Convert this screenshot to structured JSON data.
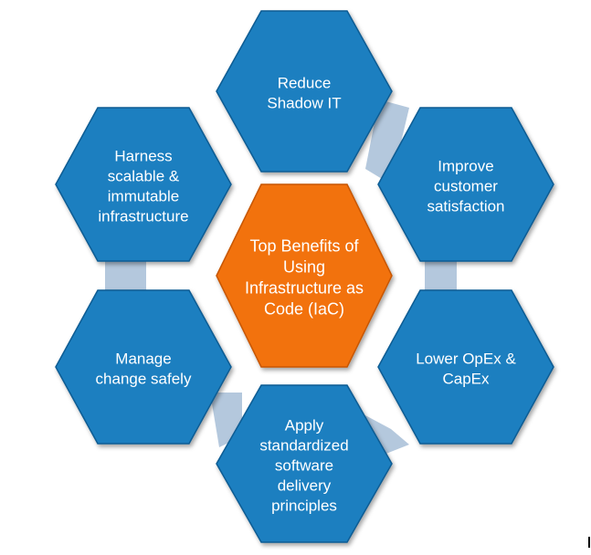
{
  "colors": {
    "outer_fill": "#1b7fc0",
    "outer_edge": "#0c5b93",
    "center_fill": "#f2720f",
    "center_edge": "#c75605",
    "connector": "#b4c8dd",
    "text": "#ffffff"
  },
  "center": {
    "lines": [
      "Top Benefits of",
      "Using",
      "Infrastructure as",
      "Code (IaC)"
    ]
  },
  "benefits": [
    {
      "id": "reduce-shadow-it",
      "lines": [
        "Reduce",
        "Shadow IT"
      ]
    },
    {
      "id": "improve-customer-satisfaction",
      "lines": [
        "Improve",
        "customer",
        "satisfaction"
      ]
    },
    {
      "id": "lower-opex-capex",
      "lines": [
        "Lower OpEx &",
        "CapEx"
      ]
    },
    {
      "id": "apply-standardized-principles",
      "lines": [
        "Apply",
        "standardized",
        "software",
        "delivery",
        "principles"
      ]
    },
    {
      "id": "manage-change-safely",
      "lines": [
        "Manage",
        "change safely"
      ]
    },
    {
      "id": "harness-scalable-infrastructure",
      "lines": [
        "Harness",
        "scalable &",
        "immutable",
        "infrastructure"
      ]
    }
  ]
}
